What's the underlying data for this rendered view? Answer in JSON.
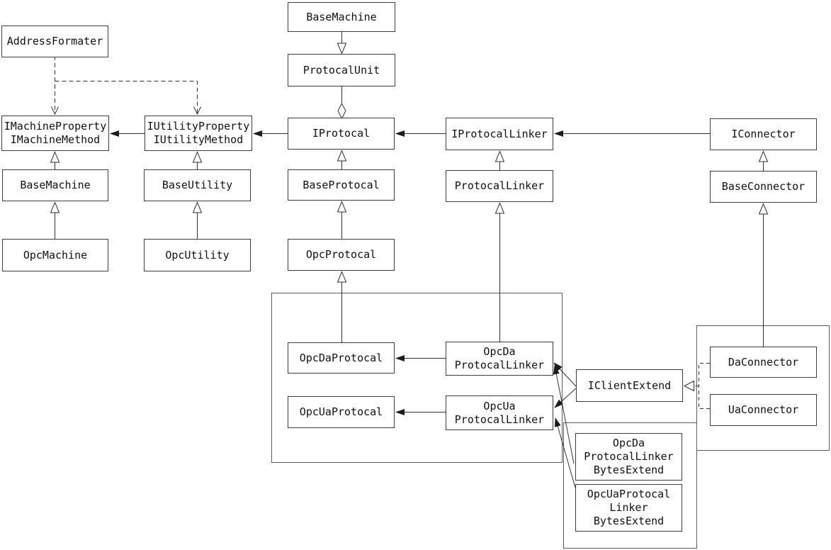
{
  "diagram": {
    "type": "uml-class-diagram",
    "background_color": "#ffffff",
    "line_color": "#333333",
    "nodes": {
      "address_formater": {
        "lines": [
          "AddressFormater"
        ]
      },
      "imachine": {
        "lines": [
          "IMachineProperty",
          "IMachineMethod"
        ]
      },
      "iutility": {
        "lines": [
          "IUtilityProperty",
          "IUtilityMethod"
        ]
      },
      "base_machine_left": {
        "lines": [
          "BaseMachine"
        ]
      },
      "opc_machine": {
        "lines": [
          "OpcMachine"
        ]
      },
      "base_utility": {
        "lines": [
          "BaseUtility"
        ]
      },
      "opc_utility": {
        "lines": [
          "OpcUtility"
        ]
      },
      "base_machine_top": {
        "lines": [
          "BaseMachine"
        ]
      },
      "protocal_unit": {
        "lines": [
          "ProtocalUnit"
        ]
      },
      "iprotocal": {
        "lines": [
          "IProtocal"
        ]
      },
      "base_protocal": {
        "lines": [
          "BaseProtocal"
        ]
      },
      "opc_protocal": {
        "lines": [
          "OpcProtocal"
        ]
      },
      "iprotocal_linker": {
        "lines": [
          "IProtocalLinker"
        ]
      },
      "protocal_linker": {
        "lines": [
          "ProtocalLinker"
        ]
      },
      "iconnector": {
        "lines": [
          "IConnector"
        ]
      },
      "base_connector": {
        "lines": [
          "BaseConnector"
        ]
      },
      "opcda_protocal": {
        "lines": [
          "OpcDaProtocal"
        ]
      },
      "opcua_protocal": {
        "lines": [
          "OpcUaProtocal"
        ]
      },
      "opcda_protocal_linker": {
        "lines": [
          "OpcDa",
          "ProtocalLinker"
        ]
      },
      "opcua_protocal_linker": {
        "lines": [
          "OpcUa",
          "ProtocalLinker"
        ]
      },
      "iclient_extend": {
        "lines": [
          "IClientExtend"
        ]
      },
      "da_connector": {
        "lines": [
          "DaConnector"
        ]
      },
      "ua_connector": {
        "lines": [
          "UaConnector"
        ]
      },
      "opcda_bytes_extend": {
        "lines": [
          "OpcDa",
          "ProtocalLinker",
          "BytesExtend"
        ]
      },
      "opcua_bytes_extend": {
        "lines": [
          "OpcUaProtocal",
          "Linker",
          "BytesExtend"
        ]
      }
    },
    "relations": [
      {
        "from": "BaseMachine",
        "to": "ProtocalUnit",
        "type": "generalization"
      },
      {
        "from": "ProtocalUnit",
        "to": "IProtocal",
        "type": "aggregation"
      },
      {
        "from": "BaseProtocal",
        "to": "IProtocal",
        "type": "generalization"
      },
      {
        "from": "OpcProtocal",
        "to": "BaseProtocal",
        "type": "generalization"
      },
      {
        "from": "OpcDaProtocal",
        "to": "OpcProtocal",
        "type": "generalization"
      },
      {
        "from": "AddressFormater",
        "to": "IMachineProperty/IMachineMethod",
        "type": "dependency"
      },
      {
        "from": "AddressFormater",
        "to": "IUtilityProperty/IUtilityMethod",
        "type": "dependency"
      },
      {
        "from": "IUtilityProperty/IUtilityMethod",
        "to": "IMachineProperty/IMachineMethod",
        "type": "association"
      },
      {
        "from": "IProtocal",
        "to": "IUtilityProperty/IUtilityMethod",
        "type": "association"
      },
      {
        "from": "IProtocalLinker",
        "to": "IProtocal",
        "type": "association"
      },
      {
        "from": "IConnector",
        "to": "IProtocalLinker",
        "type": "association"
      },
      {
        "from": "BaseMachine",
        "to": "IMachineProperty/IMachineMethod",
        "type": "generalization"
      },
      {
        "from": "OpcMachine",
        "to": "BaseMachine",
        "type": "generalization"
      },
      {
        "from": "BaseUtility",
        "to": "IUtilityProperty/IUtilityMethod",
        "type": "generalization"
      },
      {
        "from": "OpcUtility",
        "to": "BaseUtility",
        "type": "generalization"
      },
      {
        "from": "ProtocalLinker",
        "to": "IProtocalLinker",
        "type": "generalization"
      },
      {
        "from": "OpcDaProtocalLinker",
        "to": "ProtocalLinker",
        "type": "generalization"
      },
      {
        "from": "BaseConnector",
        "to": "IConnector",
        "type": "generalization"
      },
      {
        "from": "DaConnector",
        "to": "BaseConnector",
        "type": "generalization"
      },
      {
        "from": "OpcDaProtocalLinker",
        "to": "OpcDaProtocal",
        "type": "association"
      },
      {
        "from": "OpcUaProtocalLinker",
        "to": "OpcUaProtocal",
        "type": "association"
      },
      {
        "from": "IClientExtend",
        "to": "OpcDaProtocalLinker",
        "type": "association"
      },
      {
        "from": "IClientExtend",
        "to": "OpcUaProtocalLinker",
        "type": "association"
      },
      {
        "from": "OpcDaProtocalLinkerBytesExtend",
        "to": "OpcDaProtocalLinker",
        "type": "association"
      },
      {
        "from": "OpcUaProtocalLinkerBytesExtend",
        "to": "OpcUaProtocalLinker",
        "type": "association"
      },
      {
        "from": "DaConnector",
        "to": "IClientExtend",
        "type": "realization"
      },
      {
        "from": "UaConnector",
        "to": "IClientExtend",
        "type": "realization"
      }
    ]
  }
}
